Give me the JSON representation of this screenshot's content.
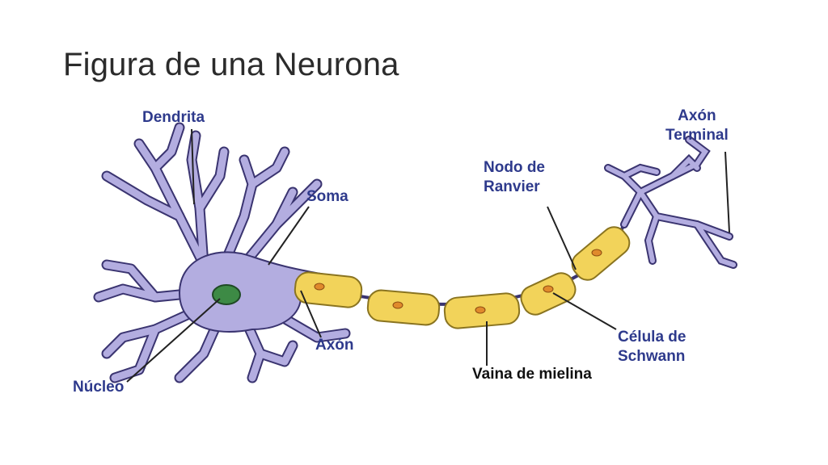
{
  "slide": {
    "title": "Figura de una Neurona"
  },
  "labels": {
    "dendrita": "Dendrita",
    "soma": "Soma",
    "nucleo": "Núcleo",
    "axon": "Axón",
    "nodo_line1": "Nodo de",
    "nodo_line2": "Ranvier",
    "axon_terminal_line1": "Axón",
    "axon_terminal_line2": "Terminal",
    "celula_line1": "Célula de",
    "celula_line2": "Schwann",
    "vaina": "Vaina de mielina"
  },
  "colors": {
    "neuron_body": "#b3ade0",
    "neuron_outline": "#3a3470",
    "nucleus": "#3d8a45",
    "myelin": "#f2d35a",
    "myelin_outline": "#8a7420",
    "schwann_nucleus": "#e08a2c",
    "label_blue": "#2e3a8c"
  }
}
